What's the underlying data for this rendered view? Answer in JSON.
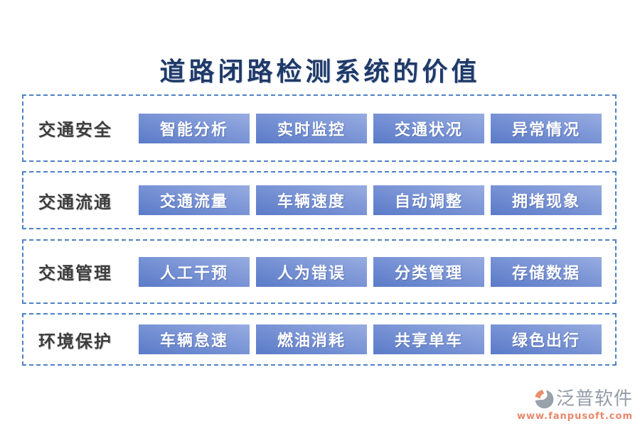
{
  "title": "道路闭路检测系统的价值",
  "rows": [
    {
      "label": "交通安全",
      "items": [
        "智能分析",
        "实时监控",
        "交通状况",
        "异常情况"
      ]
    },
    {
      "label": "交通流通",
      "items": [
        "交通流量",
        "车辆速度",
        "自动调整",
        "拥堵现象"
      ]
    },
    {
      "label": "交通管理",
      "items": [
        "人工干预",
        "人为错误",
        "分类管理",
        "存储数据"
      ]
    },
    {
      "label": "环境保护",
      "items": [
        "车辆怠速",
        "燃油消耗",
        "共享单车",
        "绿色出行"
      ]
    }
  ],
  "footer": {
    "brand": "泛普软件",
    "url": "www.fanpusoft.com",
    "logo_icon": "fanpu-logo-icon"
  },
  "colors": {
    "title_text": "#1f3a68",
    "row_border": "#4e82c4",
    "button_gradient_top": "#97ace0",
    "button_gradient_bottom": "#5b7bc8",
    "button_text": "#ffffff",
    "label_text": "#3d3d3d",
    "brand_gray": "#949ca6",
    "brand_orange": "#e8876a"
  }
}
